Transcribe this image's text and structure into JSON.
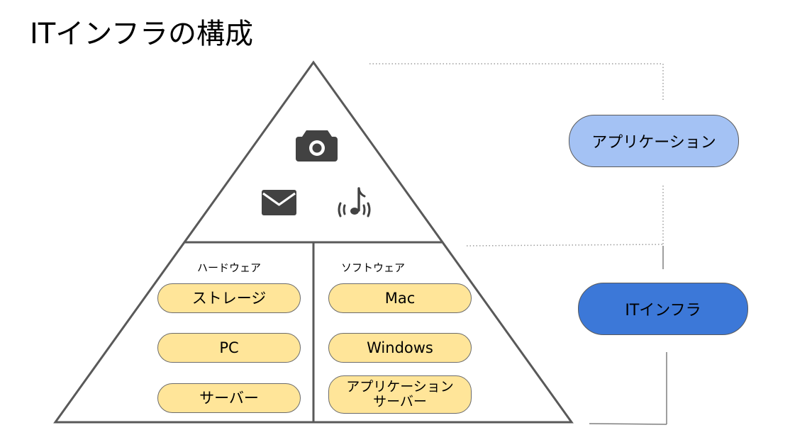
{
  "title": "ITインフラの構成",
  "pyramid": {
    "top_icons": [
      "camera-icon",
      "mail-icon",
      "music-note-icon"
    ],
    "hardware": {
      "label": "ハードウェア",
      "items": [
        "ストレージ",
        "PC",
        "サーバー"
      ]
    },
    "software": {
      "label": "ソフトウェア",
      "items": [
        "Mac",
        "Windows",
        [
          "アプリケーション",
          "サーバー"
        ]
      ]
    }
  },
  "layers": {
    "application": "アプリケーション",
    "infrastructure": "ITインフラ"
  },
  "colors": {
    "pill_fill": "#ffe599",
    "application_fill": "#a4c2f4",
    "infrastructure_fill": "#3c78d8",
    "outline": "#595959",
    "icon": "#424242"
  }
}
